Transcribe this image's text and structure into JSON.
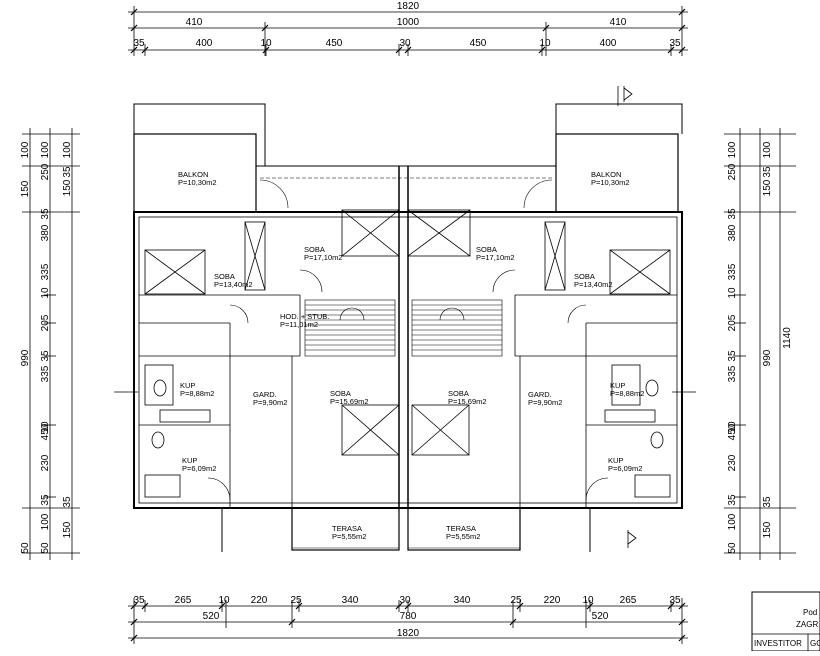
{
  "dimensions": {
    "top_total": "1820",
    "top_row1": [
      "410",
      "1000",
      "410"
    ],
    "top_row2": [
      "35",
      "400",
      "10",
      "450",
      "30",
      "450",
      "10",
      "400",
      "35"
    ],
    "bottom_row1": [
      "35",
      "265",
      "10",
      "220",
      "25",
      "340",
      "30",
      "340",
      "25",
      "220",
      "10",
      "265",
      "35"
    ],
    "bottom_row2": [
      "520",
      "780",
      "520"
    ],
    "bottom_total": "1820",
    "left_outer": [
      "100",
      "150",
      "990",
      "50"
    ],
    "left_inner": [
      "100",
      "250",
      "35",
      "380",
      "335",
      "10",
      "205",
      "35",
      "335",
      "10",
      "450",
      "230",
      "35",
      "100",
      "50"
    ],
    "left_col3": [
      "100",
      "35",
      "150",
      "35",
      "150"
    ],
    "right_inner": [
      "100",
      "250",
      "35",
      "380",
      "335",
      "10",
      "205",
      "35",
      "335",
      "10",
      "450",
      "230",
      "35",
      "100",
      "50"
    ],
    "right_col2": [
      "100",
      "35",
      "150",
      "35",
      "150"
    ],
    "right_mid": [
      "990"
    ],
    "right_total": [
      "1140"
    ]
  },
  "rooms": [
    {
      "name": "BALKON",
      "area": "P=10,30m2"
    },
    {
      "name": "BALKON",
      "area": "P=10,30m2"
    },
    {
      "name": "SOBA",
      "area": "P=17,10m2"
    },
    {
      "name": "SOBA",
      "area": "P=17,10m2"
    },
    {
      "name": "SOBA",
      "area": "P=13,40m2"
    },
    {
      "name": "SOBA",
      "area": "P=13,40m2"
    },
    {
      "name": "HOD. + STUB.",
      "area": "P=11,01m2"
    },
    {
      "name": "KUP",
      "area": "P=8,88m2"
    },
    {
      "name": "KUP",
      "area": "P=8,88m2"
    },
    {
      "name": "GARD.",
      "area": "P=9,90m2"
    },
    {
      "name": "GARD.",
      "area": "P=9,90m2"
    },
    {
      "name": "SOBA",
      "area": "P=15,69m2"
    },
    {
      "name": "SOBA",
      "area": "P=15,69m2"
    },
    {
      "name": "KUP",
      "area": "P=6,09m2"
    },
    {
      "name": "KUP",
      "area": "P=6,09m2"
    },
    {
      "name": "TERASA",
      "area": "P=5,55m2"
    },
    {
      "name": "TERASA",
      "area": "P=5,55m2"
    }
  ],
  "title_block": {
    "line1": "Pod",
    "line2": "ZAGR",
    "investor_label": "INVESTITOR",
    "investor_value": "GO"
  }
}
